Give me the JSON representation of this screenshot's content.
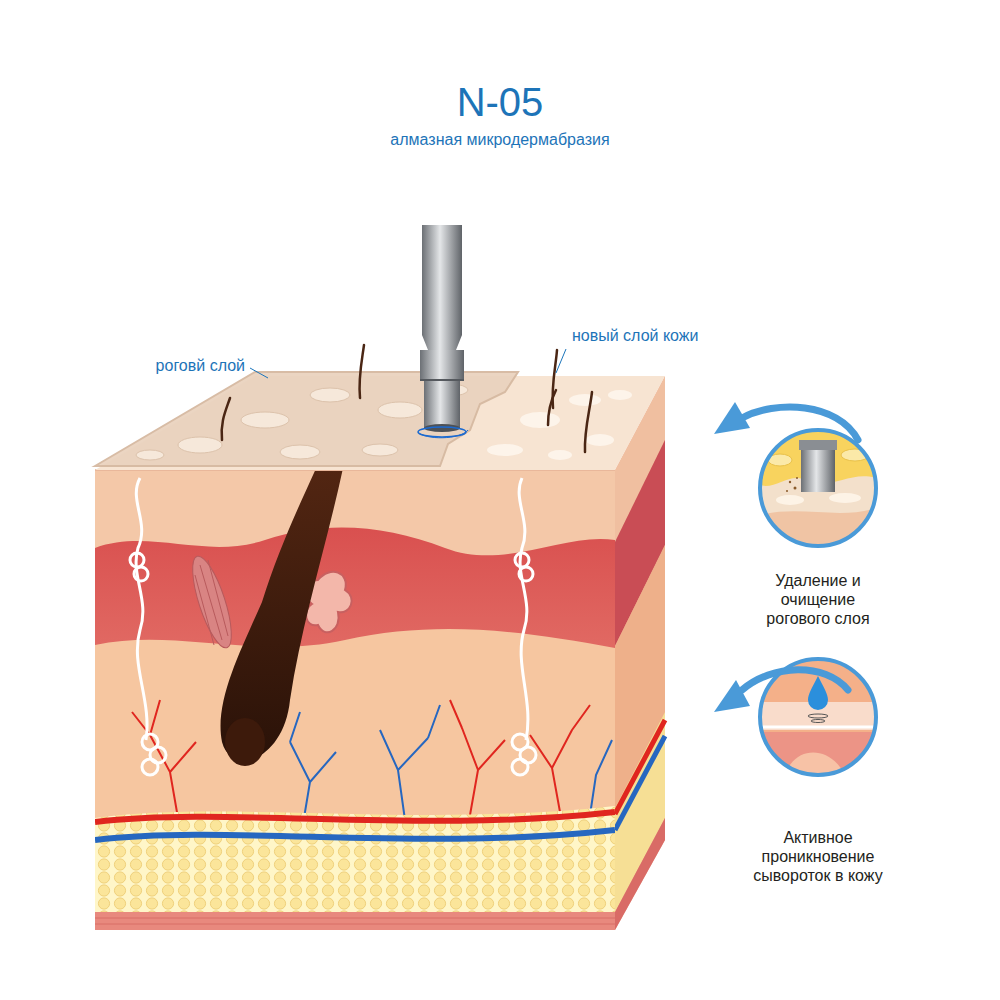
{
  "diagram": {
    "title": "N-05",
    "nodes": [
      {
        "text": [
          "Удаление и очищение рогового слоя"
        ]
      },
      {
        "text": [
          "Активное проникновение сывороток в кожу"
        ]
      }
    ],
    "labels": [
      "алмазная микродермабразия",
      "роговй слой",
      "новый слой кожи"
    ]
  }
}
